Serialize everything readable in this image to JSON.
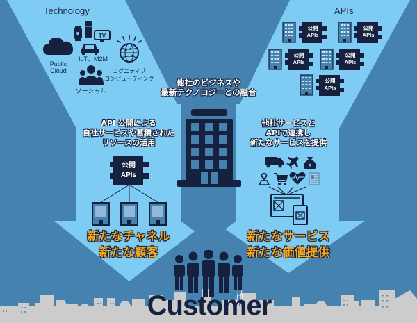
{
  "colors": {
    "background": "#4682b0",
    "light_funnel": "#7ecbf3",
    "navy": "#16213f",
    "orange": "#f6a81e",
    "city_gray": "#cccccc",
    "building_blue": "#4682b0"
  },
  "technology": {
    "title": "Technology",
    "items": [
      {
        "icon": "cloud-icon",
        "label": "Public\nCloud",
        "label_line1": "Public",
        "label_line2": "Cloud"
      },
      {
        "icon": "iot-devices-icon",
        "label": "IoT、M2M"
      },
      {
        "icon": "cognitive-globe-icon",
        "label_line1": "コグニティブ",
        "label_line2": "コンピューティング"
      },
      {
        "icon": "people-group-icon",
        "label": "ソーシャル"
      }
    ]
  },
  "apis": {
    "title": "APIs",
    "modules": [
      {
        "line1": "公開",
        "line2": "APIs"
      },
      {
        "line1": "公開",
        "line2": "APIs"
      },
      {
        "line1": "公開",
        "line2": "APIs"
      },
      {
        "line1": "公開",
        "line2": "APIs"
      },
      {
        "line1": "公開",
        "line2": "APIs"
      }
    ]
  },
  "center": {
    "caption_line1": "他社のビジネスや",
    "caption_line2": "最新テクノロジーとの融合"
  },
  "left_arrow": {
    "caption_line1": "API 公開による",
    "caption_line2": "自社サービスや蓄積された",
    "caption_line3": "リソースの活用",
    "module": {
      "line1": "公開",
      "line2": "APIs"
    },
    "result_line1": "新たなチャネル",
    "result_line2": "新たな顧客"
  },
  "right_arrow": {
    "caption_line1": "他社サービスと",
    "caption_line2": "APIで連携し",
    "caption_line3": "新たなサービスを提供",
    "service_icons": [
      "truck-icon",
      "airplane-icon",
      "money-bag-icon",
      "map-pin-icon",
      "cart-icon",
      "heart-rate-icon",
      "news-icon"
    ],
    "result_line1": "新たなサービス",
    "result_line2": "新たな価値提供"
  },
  "footer": {
    "title": "Customer"
  }
}
